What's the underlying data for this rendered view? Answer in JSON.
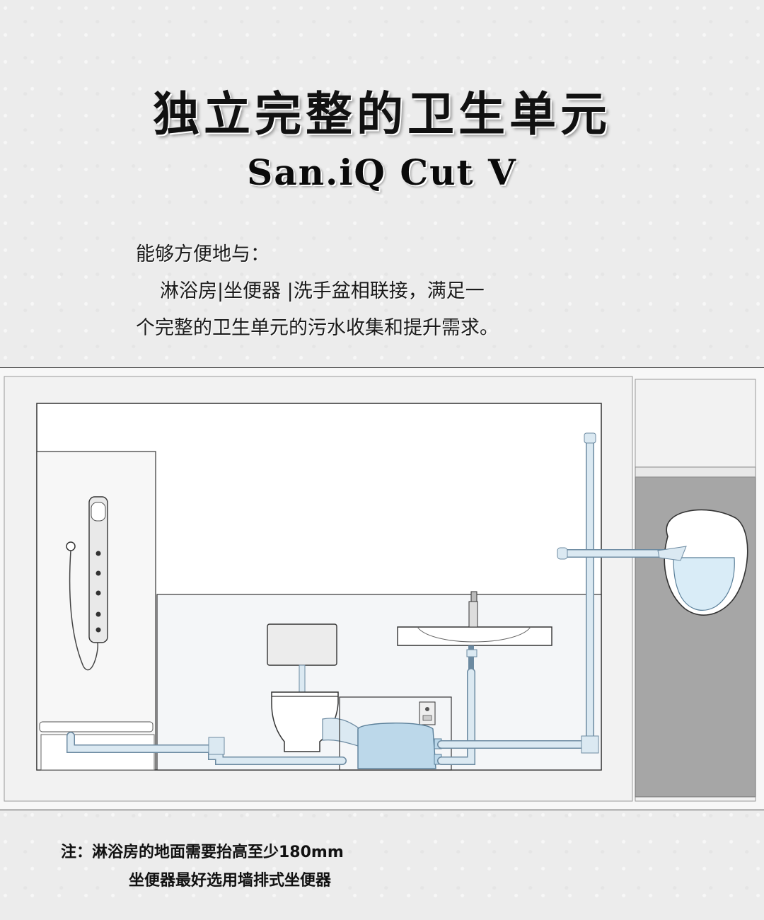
{
  "header": {
    "title": "独立完整的卫生单元",
    "model": "San.iQ Cut V"
  },
  "description": {
    "line1": "能够方便地与：",
    "line2": "淋浴房|坐便器 |洗手盆相联接，满足一",
    "line3": "个完整的卫生单元的污水收集和提升需求。"
  },
  "diagram": {
    "pipe_color": "#dbe9f2",
    "pipe_stroke": "#6c8aa1",
    "pump_color": "#bcd8ea",
    "water_color": "#d9ecf7",
    "wall_color": "#a6a6a6"
  },
  "note": {
    "line1": "注：淋浴房的地面需要抬高至少180mm",
    "line2": "坐便器最好选用墙排式坐便器"
  }
}
